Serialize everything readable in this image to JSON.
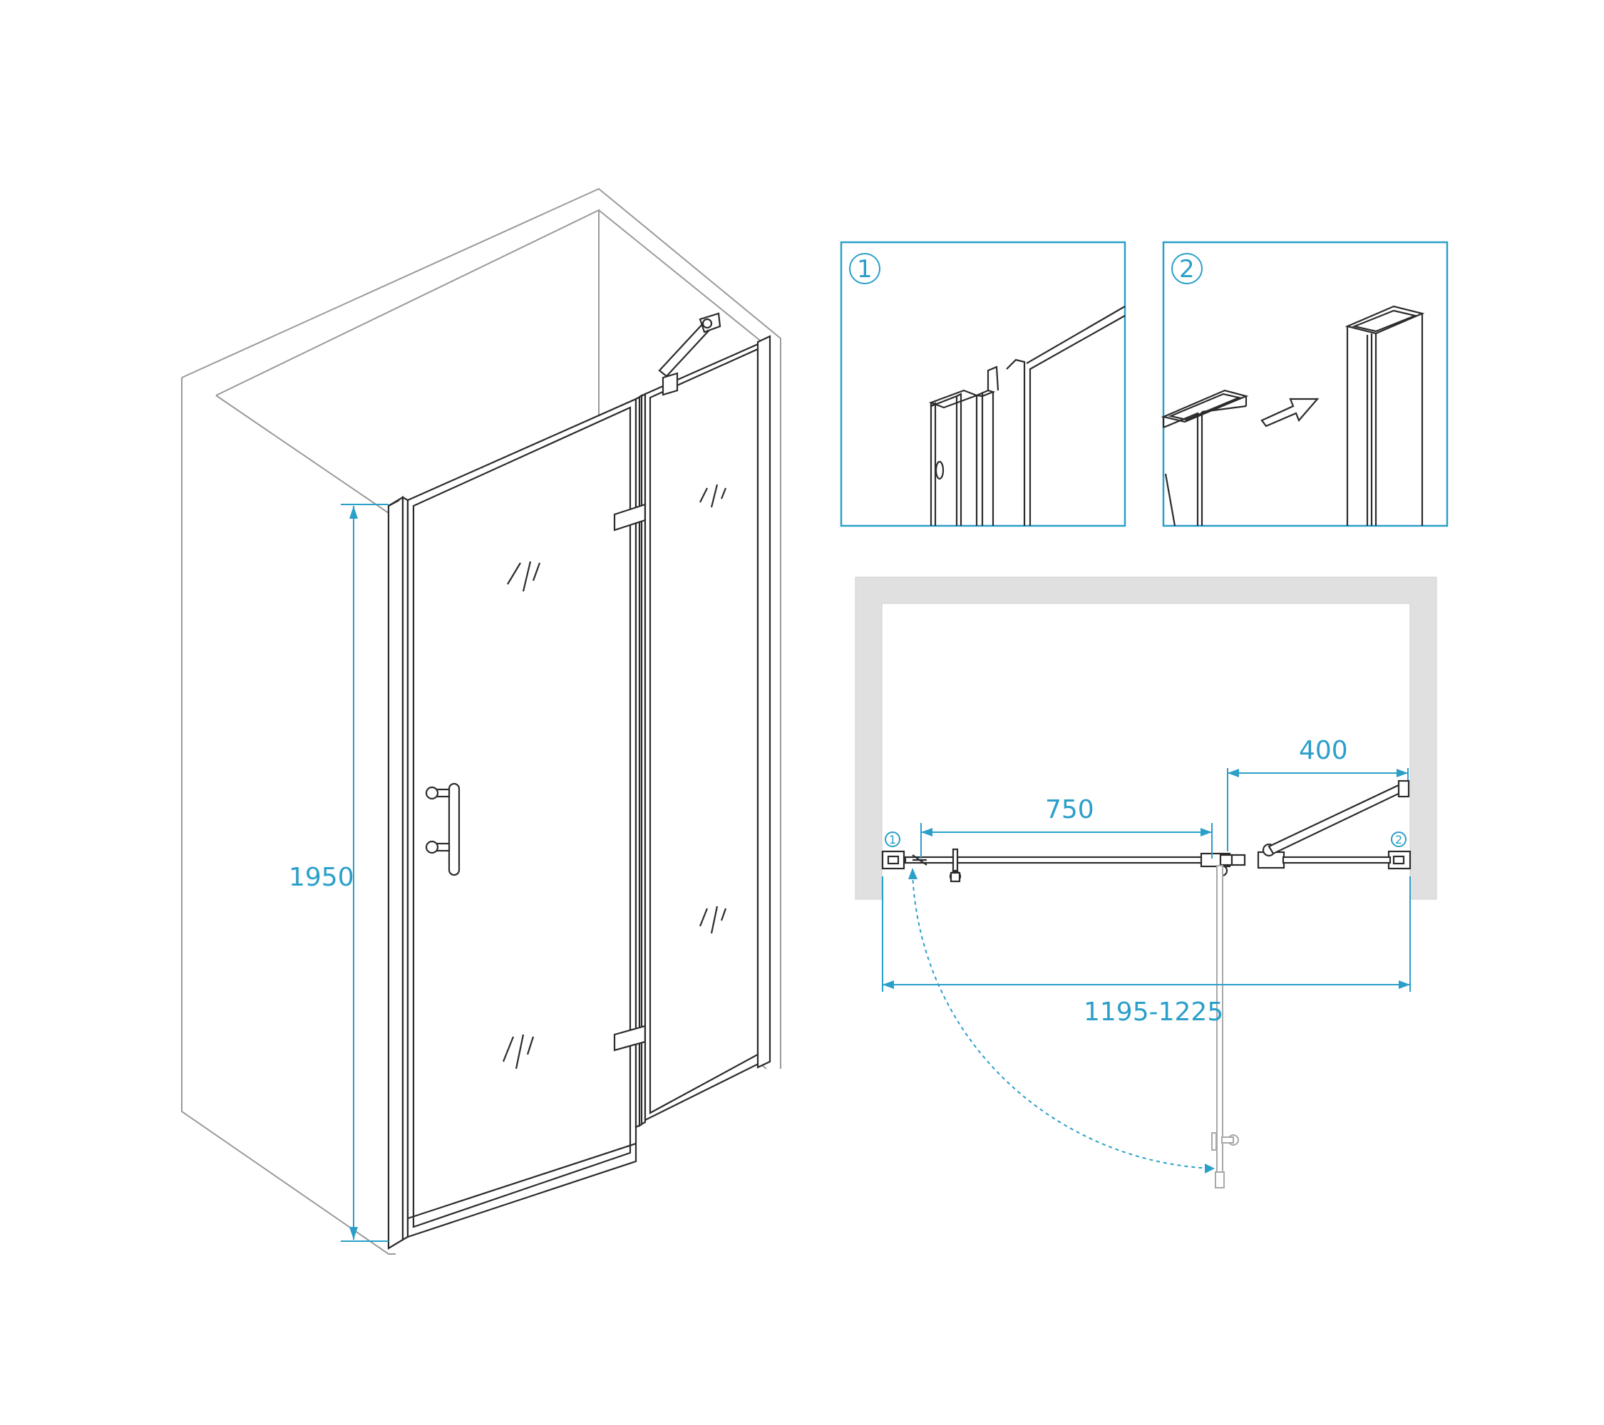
{
  "colors": {
    "dimension": "#2a9fc9",
    "line": "#2b2b2b",
    "wall": "#e0e0e0",
    "wall_outline": "#9a9a9a"
  },
  "iso_view": {
    "height_label": "1950"
  },
  "detail_1": {
    "badge": "1"
  },
  "detail_2": {
    "badge": "2"
  },
  "plan_view": {
    "width_label": "750",
    "fixed_label": "400",
    "total_label": "1195-1225",
    "marker_1": "1",
    "marker_2": "2"
  }
}
